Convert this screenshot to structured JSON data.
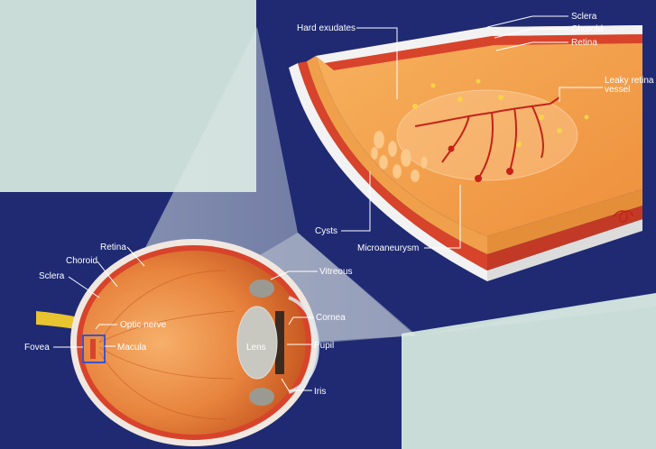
{
  "labels": {
    "sclera_top": "Sclera",
    "choroid_top": "Choroid",
    "retina_top": "Retina",
    "leaky_line1": "Leaky retina",
    "leaky_line2": "vessel",
    "hard_exudates": "Hard exudates",
    "cysts": "Cysts",
    "microaneurysm": "Microaneurysm",
    "retina_eye": "Retina",
    "choroid_eye": "Choroid",
    "sclera_eye": "Sclera",
    "vitreous": "Vitreous",
    "optic_nerve": "Optic nerve",
    "cornea": "Cornea",
    "fovea": "Fovea",
    "macula": "Macula",
    "lens": "Lens",
    "pupil": "Pupil",
    "iris": "Iris"
  },
  "colors": {
    "background": "#c9dcd8",
    "navy_panel": "#1f2a73",
    "retina_orange": "#f0a04a",
    "choroid_red": "#d8432b",
    "sclera_white": "#f2f2f2",
    "vessel_red": "#c42318",
    "exudate_yellow": "#f6d24a"
  }
}
